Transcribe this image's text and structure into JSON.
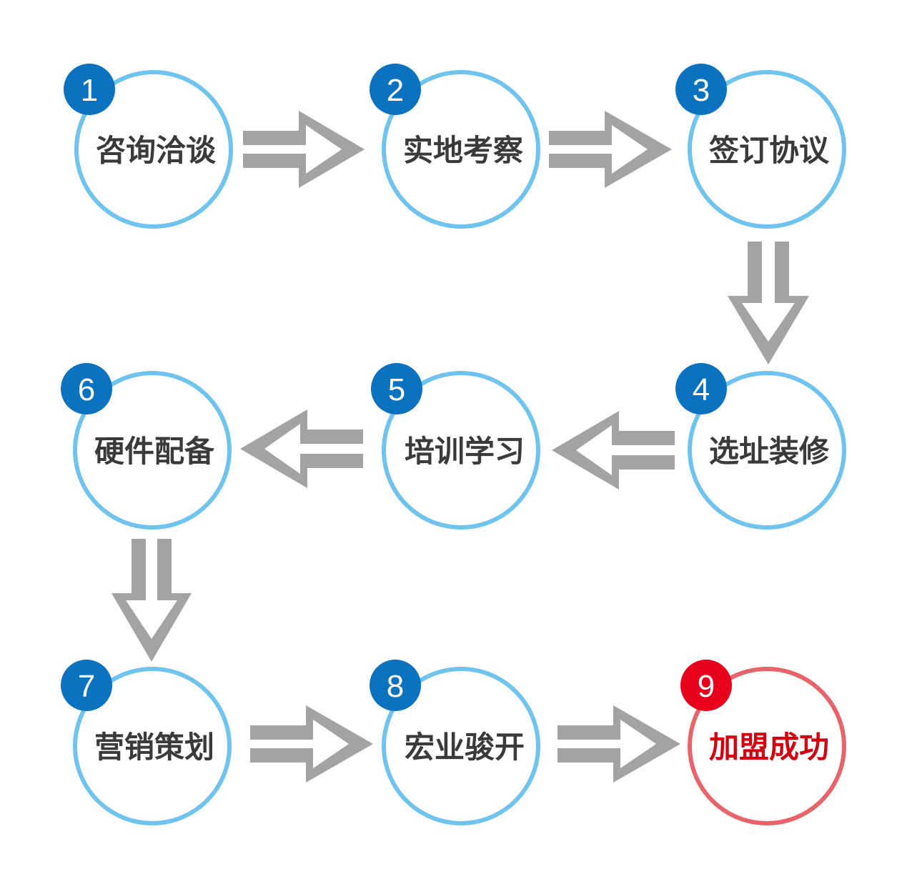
{
  "colors": {
    "ring": "#6ec3ef",
    "ring_final": "#e8646a",
    "badge": "#0b72c0",
    "badge_final": "#e8001c",
    "arrow": "#a3a3a3",
    "text": "#3a3a3a",
    "text_final": "#d4000f"
  },
  "steps": [
    {
      "number": "1",
      "label": "咨询洽谈"
    },
    {
      "number": "2",
      "label": "实地考察"
    },
    {
      "number": "3",
      "label": "签订协议"
    },
    {
      "number": "4",
      "label": "选址装修"
    },
    {
      "number": "5",
      "label": "培训学习"
    },
    {
      "number": "6",
      "label": "硬件配备"
    },
    {
      "number": "7",
      "label": "营销策划"
    },
    {
      "number": "8",
      "label": "宏业骏开"
    },
    {
      "number": "9",
      "label": "加盟成功"
    }
  ]
}
